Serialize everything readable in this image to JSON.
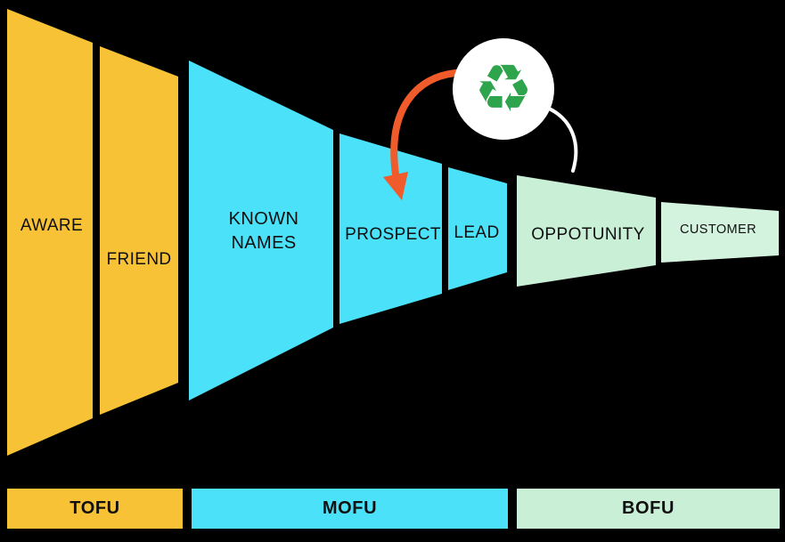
{
  "diagram": {
    "stages": [
      {
        "label": "AWARE",
        "group": "TOFU",
        "color": "#F7C236"
      },
      {
        "label": "FRIEND",
        "group": "TOFU",
        "color": "#F7C236"
      },
      {
        "label": "KNOWN NAMES",
        "group": "MOFU",
        "color": "#4BE1F9"
      },
      {
        "label": "PROSPECT",
        "group": "MOFU",
        "color": "#4BE1F9"
      },
      {
        "label": "LEAD",
        "group": "MOFU",
        "color": "#4BE1F9"
      },
      {
        "label": "OPPOTUNITY",
        "group": "BOFU",
        "color": "#C9F0D7"
      },
      {
        "label": "CUSTOMER",
        "group": "BOFU",
        "color": "#D4F3DE"
      }
    ],
    "legend": [
      {
        "label": "TOFU",
        "color": "#F7C236"
      },
      {
        "label": "MOFU",
        "color": "#4BE1F9"
      },
      {
        "label": "BOFU",
        "color": "#C9F0D7"
      }
    ],
    "icons": {
      "recycle": "♻"
    },
    "colors": {
      "background": "#000000",
      "arrow_red": "#F05B2B",
      "arrow_white": "#FFFFFF",
      "recycle_green": "#2EA44C",
      "badge_circle": "#FFFFFF",
      "text": "#101010"
    }
  }
}
